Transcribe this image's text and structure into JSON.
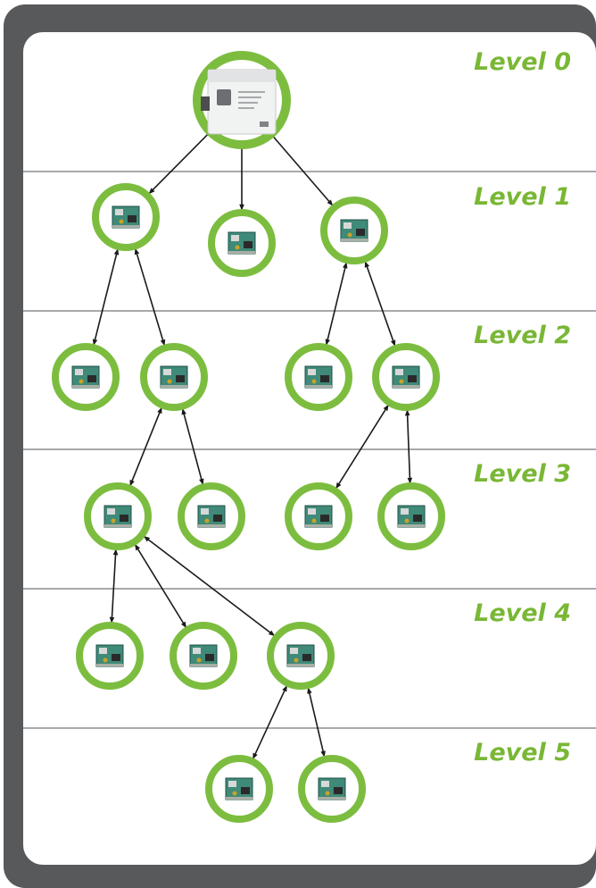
{
  "levels": [
    "Level 0",
    "Level 1",
    "Level 2",
    "Level 3",
    "Level 4",
    "Level 5"
  ],
  "colors": {
    "frame": "#58595b",
    "panel": "#ffffff",
    "divider": "#a7a9ac",
    "level_label": "#79b735",
    "node_ring": "#7cbd3f",
    "edge": "#1a1a1a",
    "board": "#3f8a78"
  },
  "nodes": [
    {
      "id": "root",
      "level": 0,
      "kind": "gateway"
    },
    {
      "id": "n1a",
      "level": 1,
      "kind": "board"
    },
    {
      "id": "n1b",
      "level": 1,
      "kind": "board"
    },
    {
      "id": "n1c",
      "level": 1,
      "kind": "board"
    },
    {
      "id": "n2a",
      "level": 2,
      "kind": "board"
    },
    {
      "id": "n2b",
      "level": 2,
      "kind": "board"
    },
    {
      "id": "n2c",
      "level": 2,
      "kind": "board"
    },
    {
      "id": "n2d",
      "level": 2,
      "kind": "board"
    },
    {
      "id": "n3a",
      "level": 3,
      "kind": "board"
    },
    {
      "id": "n3b",
      "level": 3,
      "kind": "board"
    },
    {
      "id": "n3c",
      "level": 3,
      "kind": "board"
    },
    {
      "id": "n3d",
      "level": 3,
      "kind": "board"
    },
    {
      "id": "n4a",
      "level": 4,
      "kind": "board"
    },
    {
      "id": "n4b",
      "level": 4,
      "kind": "board"
    },
    {
      "id": "n4c",
      "level": 4,
      "kind": "board"
    },
    {
      "id": "n5a",
      "level": 5,
      "kind": "board"
    },
    {
      "id": "n5b",
      "level": 5,
      "kind": "board"
    }
  ],
  "edges": [
    {
      "from": "root",
      "to": "n1a",
      "bidirectional": false
    },
    {
      "from": "root",
      "to": "n1b",
      "bidirectional": false
    },
    {
      "from": "root",
      "to": "n1c",
      "bidirectional": false
    },
    {
      "from": "n1a",
      "to": "n2a",
      "bidirectional": true
    },
    {
      "from": "n1a",
      "to": "n2b",
      "bidirectional": true
    },
    {
      "from": "n1c",
      "to": "n2c",
      "bidirectional": true
    },
    {
      "from": "n1c",
      "to": "n2d",
      "bidirectional": true
    },
    {
      "from": "n2b",
      "to": "n3a",
      "bidirectional": true
    },
    {
      "from": "n2b",
      "to": "n3b",
      "bidirectional": true
    },
    {
      "from": "n2d",
      "to": "n3c",
      "bidirectional": true
    },
    {
      "from": "n2d",
      "to": "n3d",
      "bidirectional": true
    },
    {
      "from": "n3a",
      "to": "n4a",
      "bidirectional": true
    },
    {
      "from": "n3a",
      "to": "n4b",
      "bidirectional": true
    },
    {
      "from": "n3a",
      "to": "n4c",
      "bidirectional": true
    },
    {
      "from": "n4c",
      "to": "n5a",
      "bidirectional": true
    },
    {
      "from": "n4c",
      "to": "n5b",
      "bidirectional": true
    }
  ]
}
